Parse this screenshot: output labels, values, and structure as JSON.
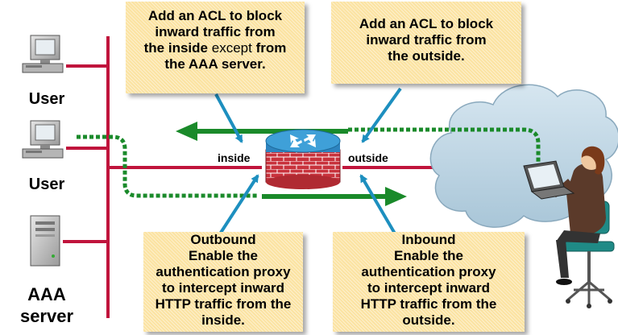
{
  "notes": {
    "top_left": {
      "line1": "Add an ACL to block",
      "line2": "inward traffic from",
      "line3_a": "the inside",
      "line3_b": "except",
      "line3_c": "from",
      "line4": "the AAA server."
    },
    "top_right": {
      "line1": "Add an ACL to block",
      "line2": "inward traffic from",
      "line3": "the outside."
    },
    "bottom_left": {
      "line1": "Outbound",
      "line2": "Enable the",
      "line3": "authentication proxy",
      "line4": "to intercept inward",
      "line5": "HTTP traffic from the",
      "line6": "inside."
    },
    "bottom_right": {
      "line1": "Inbound",
      "line2": "Enable the",
      "line3": "authentication proxy",
      "line4": "to intercept inward",
      "line5": "HTTP traffic from the",
      "line6": "outside."
    }
  },
  "devices": {
    "user1_label": "User",
    "user2_label": "User",
    "server_label_1": "AAA",
    "server_label_2": "server"
  },
  "interfaces": {
    "inside": "inside",
    "outside": "outside"
  },
  "colors": {
    "lan_line": "#c0143c",
    "traffic": "#1a8a2a",
    "pointer": "#1d8fbf",
    "note_fill": "#fbe3a2",
    "cloud": "#bcd6e6",
    "router": "#3fa0d8",
    "firewall": "#c8323c"
  }
}
